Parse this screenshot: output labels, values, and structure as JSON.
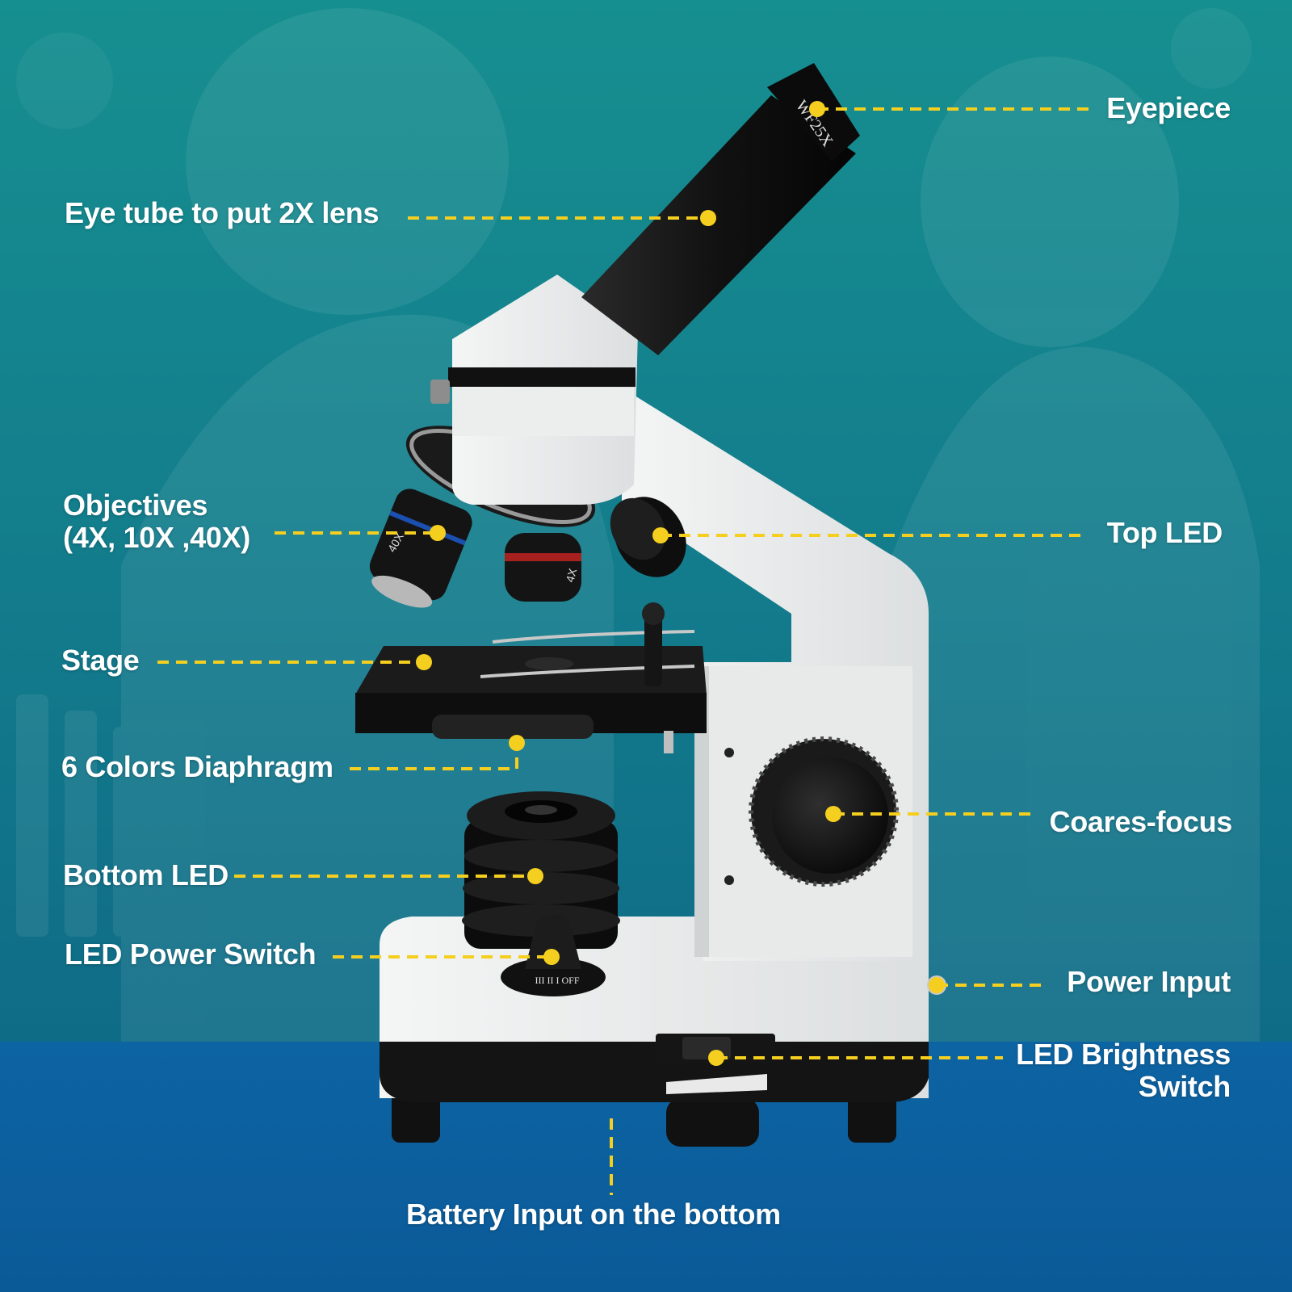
{
  "colors": {
    "teal": "#16898f",
    "teal_dark": "#0f6f86",
    "blue": "#0d5f9e",
    "leader": "#f5cf1f",
    "text": "#ffffff"
  },
  "labels": {
    "eyepiece": "Eyepiece",
    "eye_tube": "Eye tube to put 2X lens",
    "objectives_line1": "Objectives",
    "objectives_line2": "(4X, 10X ,40X)",
    "top_led": "Top LED",
    "stage": "Stage",
    "diaphragm": "6 Colors Diaphragm",
    "coarse_focus": "Coares-focus",
    "bottom_led": "Bottom LED",
    "led_power_switch": "LED Power Switch",
    "power_input": "Power Input",
    "brightness_line1": "LED Brightness",
    "brightness_line2": "Switch",
    "battery_input": "Battery Input on the bottom"
  },
  "markings": {
    "eyepiece_mark": "WF25X",
    "objective_40x": "40X",
    "objective_4x": "4X",
    "switch_marks": "III  II  I OFF"
  }
}
